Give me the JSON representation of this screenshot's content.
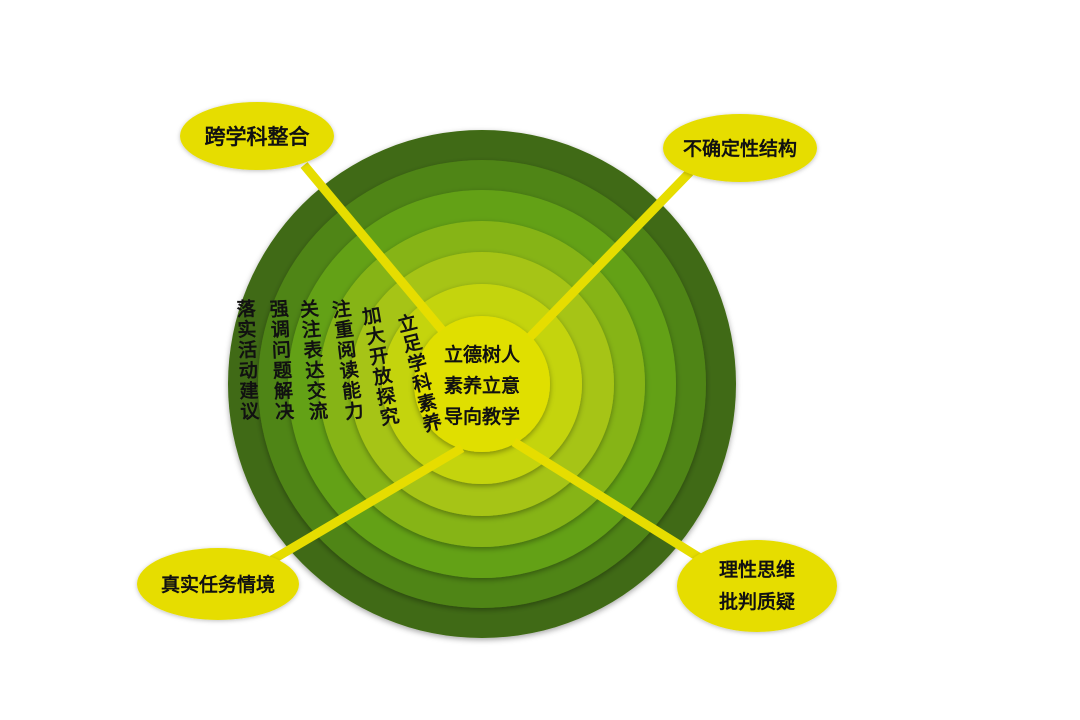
{
  "center": {
    "lines": [
      "立德树人",
      "素养立意",
      "导向教学"
    ]
  },
  "ring_labels": [
    "立足学科素养",
    "加大开放探究",
    "注重阅读能力",
    "关注表达交流",
    "强调问题解决",
    "落实活动建议"
  ],
  "callouts": [
    {
      "id": "top-left",
      "lines": [
        "跨学科整合"
      ]
    },
    {
      "id": "top-right",
      "lines": [
        "不确定性结构"
      ]
    },
    {
      "id": "bottom-left",
      "lines": [
        "真实任务情境"
      ]
    },
    {
      "id": "bottom-right",
      "lines": [
        "理性思维",
        "批判质疑"
      ]
    }
  ],
  "colors": {
    "rings": [
      "#3f6b12",
      "#4f8514",
      "#64a118",
      "#86b418",
      "#a6c412",
      "#c4d40c",
      "#e0df04"
    ],
    "callout_fill": "#e6dd00",
    "connector": "#e6dd00"
  }
}
